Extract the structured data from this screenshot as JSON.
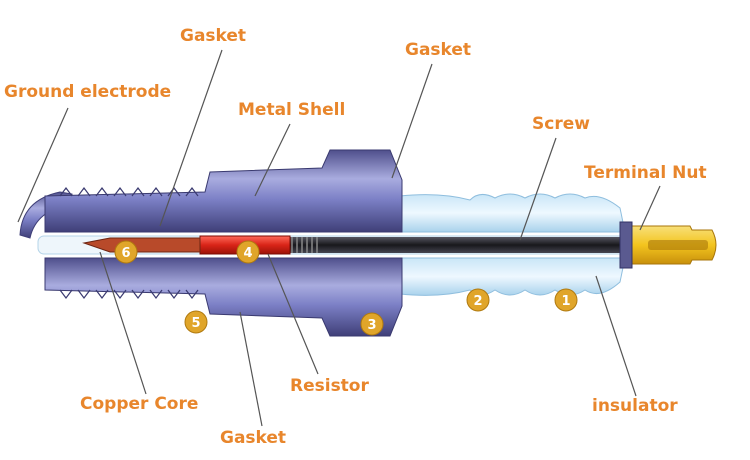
{
  "labels": {
    "gasket_top_left": "Gasket",
    "gasket_top_right": "Gasket",
    "ground_electrode": "Ground electrode",
    "metal_shell": "Metal Shell",
    "screw": "Screw",
    "terminal_nut": "Terminal Nut",
    "copper_core": "Copper Core",
    "resistor": "Resistor",
    "gasket_bottom": "Gasket",
    "insulator": "insulator"
  },
  "badges": [
    "1",
    "2",
    "3",
    "4",
    "5",
    "6"
  ],
  "colors": {
    "label": "#e8862c",
    "leader": "#555555",
    "badge": "#e0a52a",
    "badge_text": "#ffffff",
    "shell": "#7a7ec4",
    "shell_dark": "#4e4f8a",
    "insulator": "#b9dcf0",
    "resistor": "#d62a20",
    "rod": "#2a2a30",
    "terminal": "#f2c228"
  }
}
